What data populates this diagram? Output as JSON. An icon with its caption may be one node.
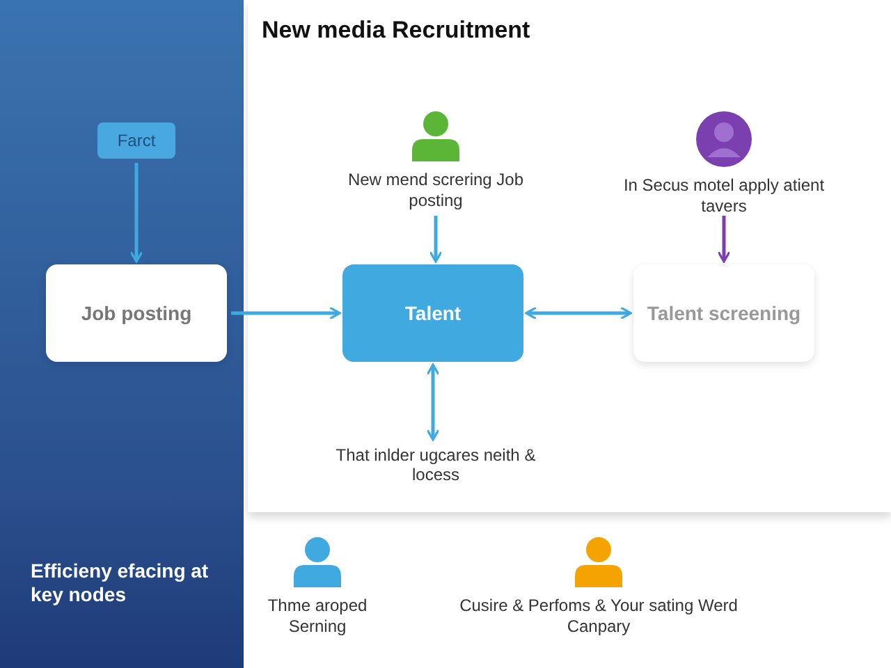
{
  "diagram": {
    "title": "New media Recruitment",
    "nodes": [
      {
        "text": [
          "Farct"
        ]
      },
      {
        "text": [
          "Job posting"
        ]
      },
      {
        "text": [],
        "shape": "person",
        "beside": [
          "New mend screring Job posting"
        ]
      },
      {
        "text": [],
        "shape": "person",
        "beside": [
          "In Secus motel apply atient tavers"
        ]
      },
      {
        "text": [
          "Talent"
        ]
      },
      {
        "text": [
          "Talent screening"
        ]
      },
      {
        "text": [
          "That inlder ugcares neith & locess"
        ]
      },
      {
        "text": [],
        "shape": "person",
        "beside": [
          "Thme aroped Serning"
        ]
      },
      {
        "text": [],
        "shape": "person",
        "beside": [
          "Cusire & Perfoms & Your sating Werd Canpary"
        ]
      }
    ],
    "edges": [
      {
        "from": 0,
        "to": 1,
        "arrow": "to"
      },
      {
        "from": 2,
        "to": 4,
        "arrow": "to"
      },
      {
        "from": 3,
        "to": 5,
        "arrow": "to",
        "color": "#7b3fb0"
      },
      {
        "from": 1,
        "to": 4,
        "arrow": "to"
      },
      {
        "from": 4,
        "to": 5,
        "arrow": "both"
      },
      {
        "from": 4,
        "to": 6,
        "arrow": "both"
      }
    ],
    "labels": [
      "Efficieny efacing at key nodes"
    ]
  }
}
